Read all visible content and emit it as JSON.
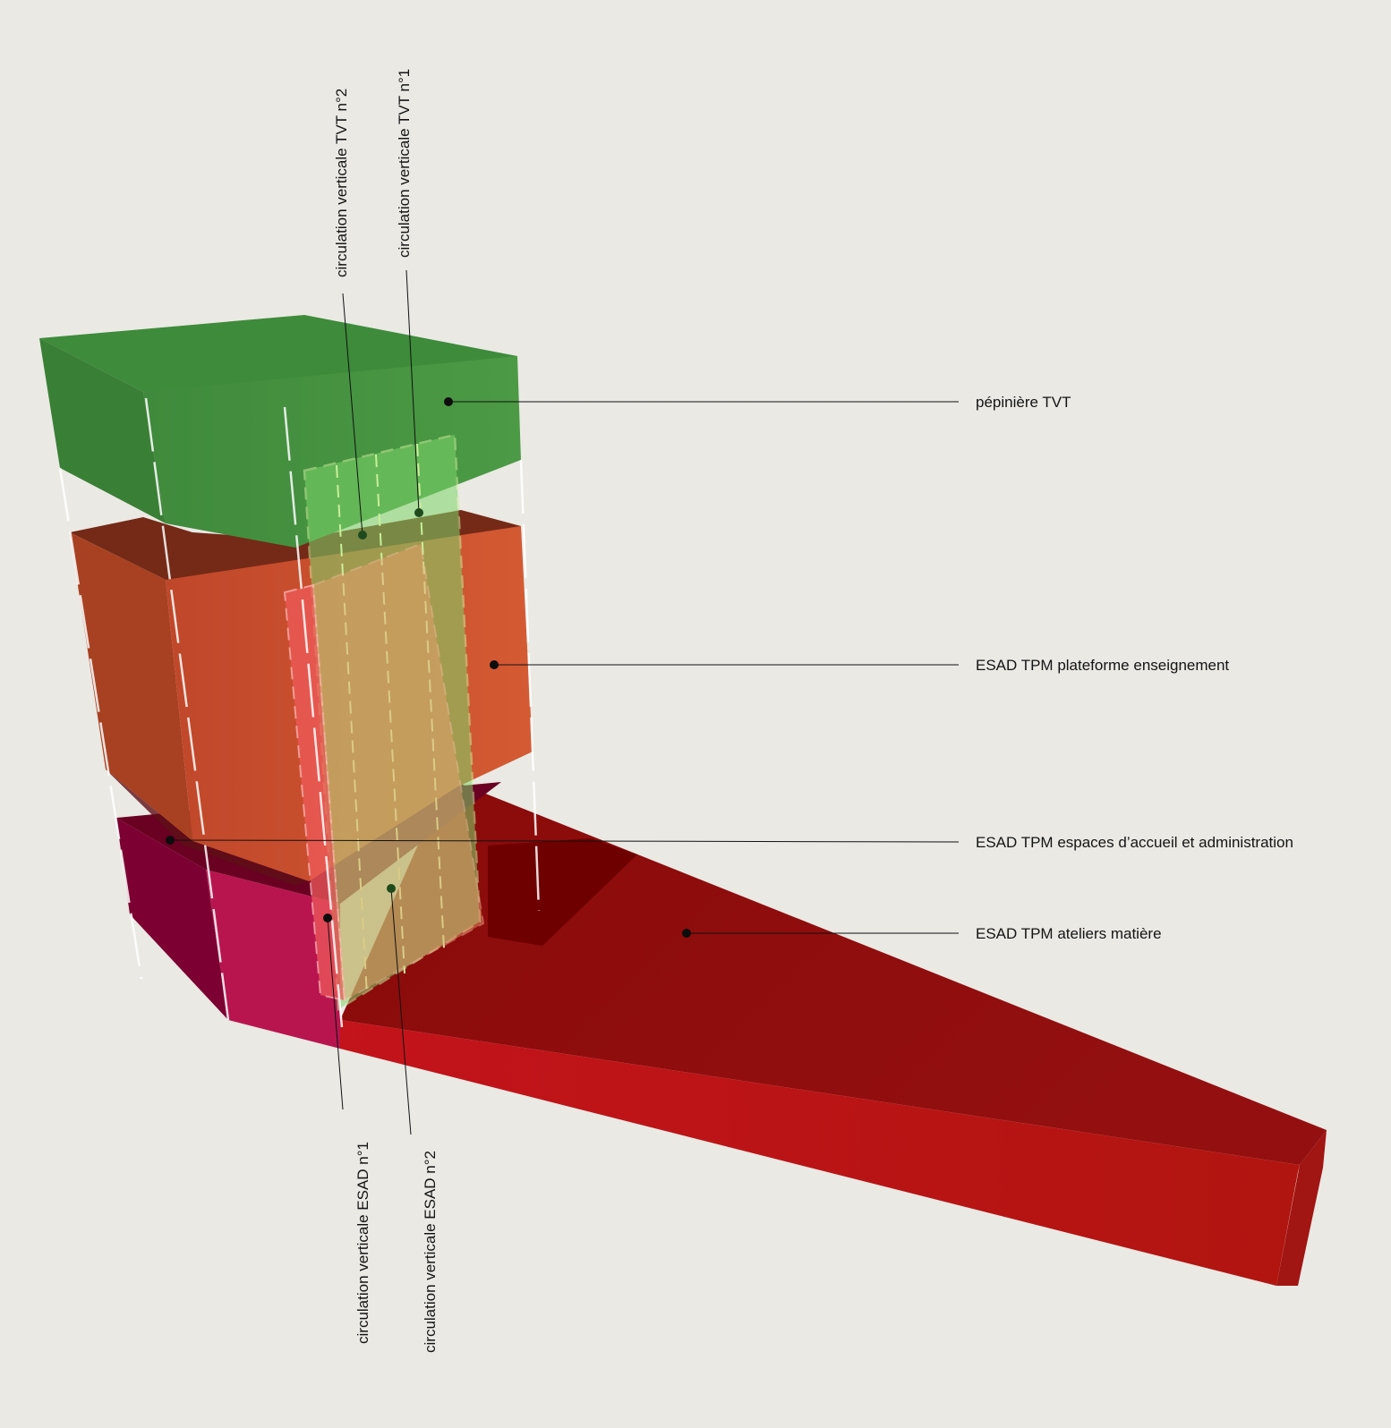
{
  "diagram": {
    "labels": {
      "pepiniere": "pépinière TVT",
      "plateforme": "ESAD TPM plateforme enseignement",
      "accueil": "ESAD TPM espaces d’accueil et administration",
      "ateliers": "ESAD TPM ateliers matière",
      "tvt2": "circulation verticale TVT n°2",
      "tvt1": "circulation verticale TVT n°1",
      "esad1": "circulation verticale ESAD n°1",
      "esad2": "circulation verticale ESAD n°2"
    },
    "colors": {
      "background": "#eae9e4",
      "pepiniere": "#4a9a44",
      "plateforme": "#cf5530",
      "accueil": "#b0154c",
      "ateliers": "#b5120f",
      "circulation_tvt": "#7ed66a",
      "circulation_esad": "#ef5a5a",
      "leader": "#111111"
    }
  }
}
